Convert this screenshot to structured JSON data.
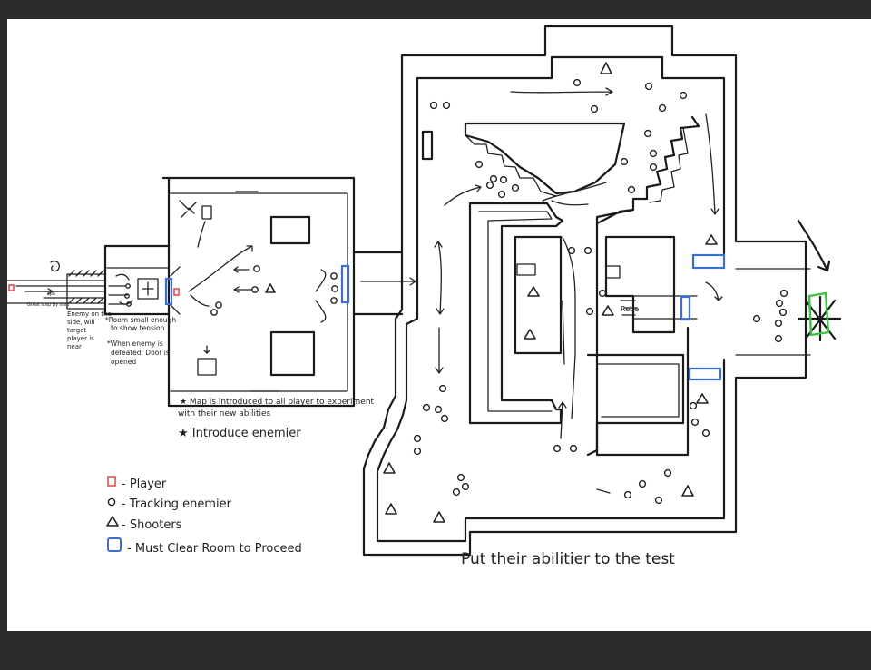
{
  "colors": {
    "background": "#2b2b2b",
    "paper": "#ffffff",
    "ink": "#1a1a1a",
    "player": "#e05050",
    "door": "#3b6fd6",
    "exit": "#3cc43c"
  },
  "notes": {
    "start": "Enemy on the side, will target player is near",
    "start_small_a": "spa",
    "start_small_b": "Great step by step",
    "room_small": "Room small enough to show tension",
    "door_note": "When enemy is defeated, Door is opened",
    "map_intro": "Map is introduced to all player to experiment with their new abilities",
    "introduce_enemies": "Introduce enemier",
    "test_abilities": "Put their abilitier to the test",
    "mid_label": "Rebe"
  },
  "legend": [
    {
      "symbol": "player",
      "label": "- Player"
    },
    {
      "symbol": "tracking",
      "label": "- Tracking enemier"
    },
    {
      "symbol": "shooter",
      "label": "- Shooters"
    },
    {
      "symbol": "door",
      "label": "- Must Clear Room to Proceed"
    }
  ]
}
